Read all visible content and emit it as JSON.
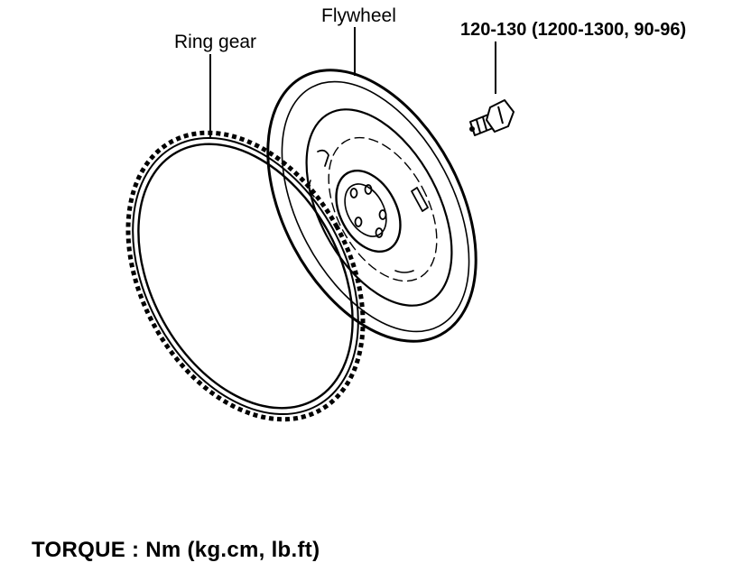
{
  "labels": {
    "ring_gear": "Ring gear",
    "flywheel": "Flywheel",
    "bolt_torque": "120-130 (1200-1300, 90-96)",
    "torque_units": "TORQUE : Nm (kg.cm, lb.ft)"
  },
  "colors": {
    "line": "#000000",
    "background": "#ffffff"
  }
}
